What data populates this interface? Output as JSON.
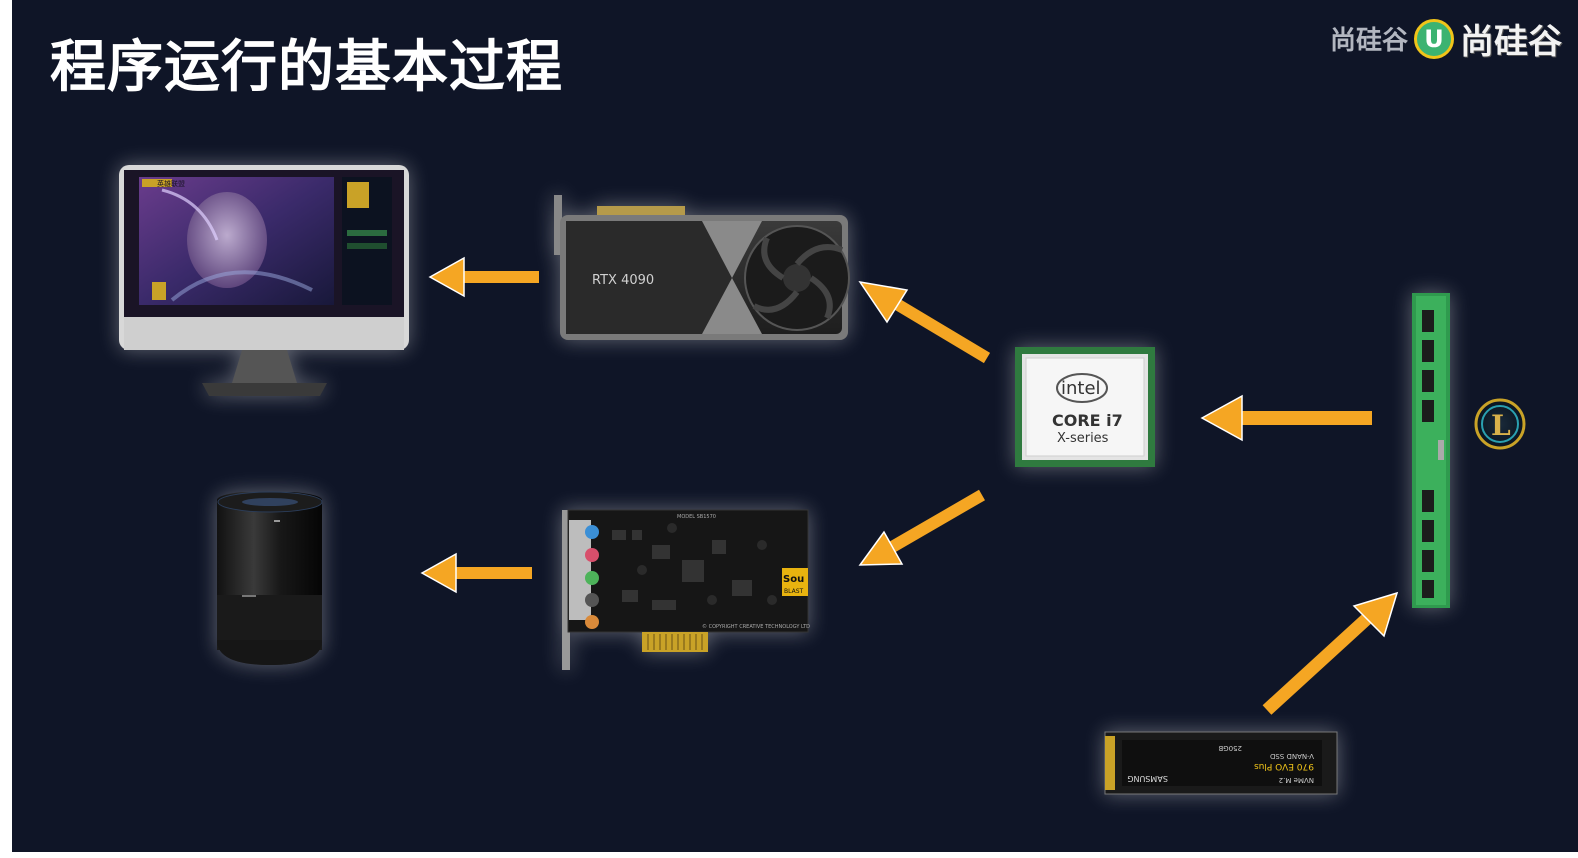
{
  "slide": {
    "title": "程序运行的基本过程",
    "brand_small": "尚硅谷",
    "brand_big": "尚硅谷",
    "brand_logo_letter": "U"
  },
  "nodes": {
    "gpu": {
      "name": "RTX 4090"
    },
    "cpu": {
      "brand": "intel",
      "line1": "CORE i7",
      "line2": "X-series"
    },
    "sound_card": {
      "brand": "Sou",
      "brand2": "BLAST",
      "model": "MODEL SB1570",
      "copyright": "© COPYRIGHT CREATIVE TECHNOLOGY LTD"
    },
    "ssd": {
      "brand": "SAMSUNG",
      "model": "970 EVO Plus",
      "type": "V-NAND SSD",
      "iface": "NVMe M.2",
      "capacity": "250GB"
    },
    "monitor": {
      "game_title": "英雄联盟"
    },
    "game_icon": {
      "letter": "L"
    }
  },
  "colors": {
    "background": "#0f1527",
    "arrow": "#f5a623",
    "title": "#ffffff"
  }
}
